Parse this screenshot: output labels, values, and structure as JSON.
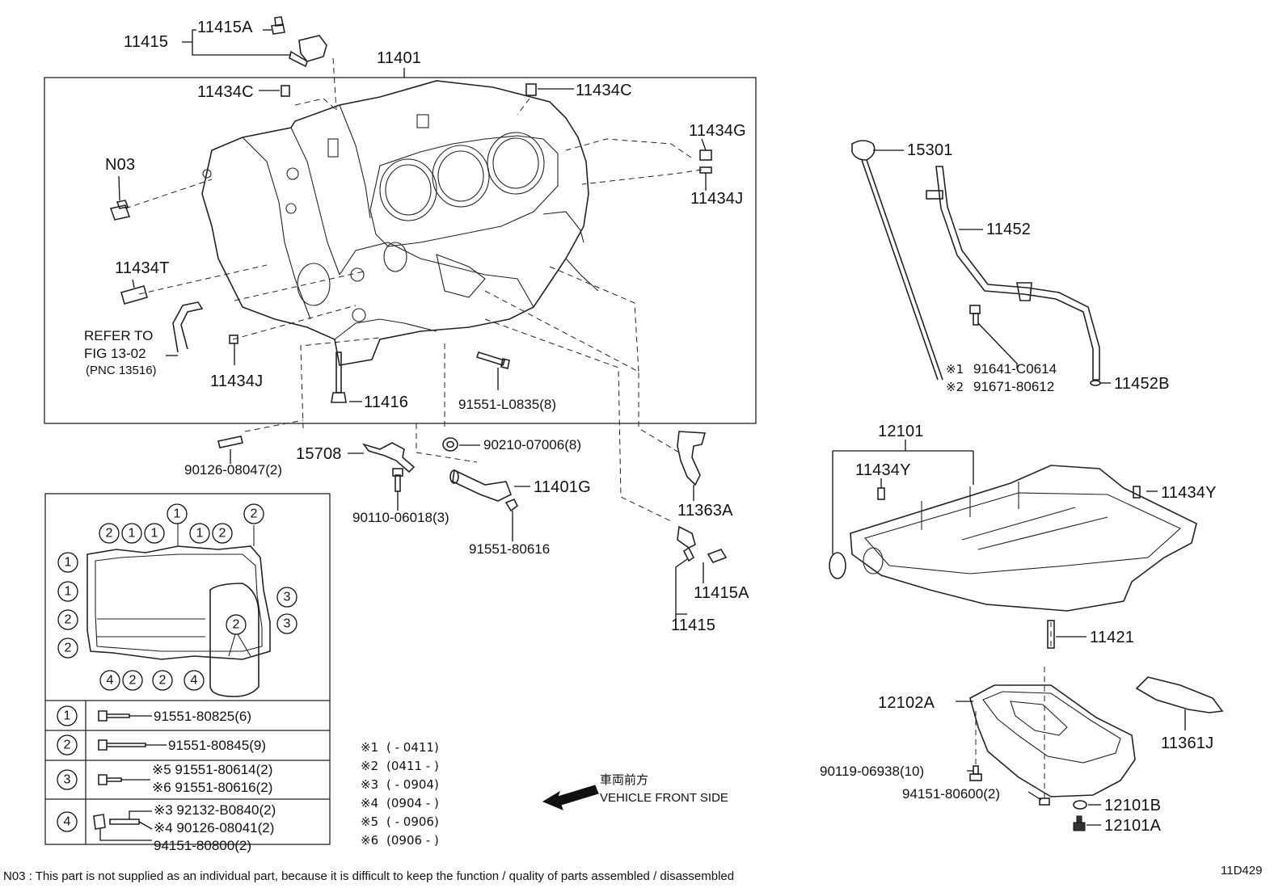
{
  "parts": {
    "p11415_top": "11415",
    "p11415A_top": "11415A",
    "p11401": "11401",
    "p11434C_left": "11434C",
    "p11434C_right": "11434C",
    "p11434G": "11434G",
    "p11434J_right": "11434J",
    "pN03": "N03",
    "p11434T": "11434T",
    "p11434J_left": "11434J",
    "p11416": "11416",
    "p91551_L0835": "91551-L0835(8)",
    "p90126_08047": "90126-08047(2)",
    "p15708": "15708",
    "p90210_07006": "90210-07006(8)",
    "p11401G": "11401G",
    "p90110_06018": "90110-06018(3)",
    "p91551_80616": "91551-80616",
    "p11363A": "11363A",
    "p11415A_bottom": "11415A",
    "p11415_bottom": "11415",
    "p15301": "15301",
    "p11452": "11452",
    "p91641": "91641-C0614",
    "p91671": "91671-80612",
    "p11452B": "11452B",
    "p12101": "12101",
    "p11434Y_left": "11434Y",
    "p11434Y_right": "11434Y",
    "p11421": "11421",
    "p12102A": "12102A",
    "p11361J": "11361J",
    "p90119": "90119-06938(10)",
    "p94151_80600": "94151-80600(2)",
    "p12101B": "12101B",
    "p12101A": "12101A"
  },
  "refer": {
    "line1": "REFER TO",
    "line2": "FIG 13-02",
    "line3": "(PNC 13516)"
  },
  "marks": {
    "m1": "※1",
    "m2": "※2"
  },
  "legend": {
    "row1": "91551-80825(6)",
    "row2": "91551-80845(9)",
    "row3a": "※5 91551-80614(2)",
    "row3b": "※6 91551-80616(2)",
    "row4a": "※3 92132-B0840(2)",
    "row4b": "※4 90126-08041(2)",
    "row4c": "94151-80800(2)"
  },
  "circle_nums": [
    "1",
    "2",
    "3",
    "4"
  ],
  "applicability": [
    {
      "mark": "※1",
      "range": "(        - 0411)"
    },
    {
      "mark": "※2",
      "range": "(0411 -        )"
    },
    {
      "mark": "※3",
      "range": "(        - 0904)"
    },
    {
      "mark": "※4",
      "range": "(0904 -        )"
    },
    {
      "mark": "※5",
      "range": "(        - 0906)"
    },
    {
      "mark": "※6",
      "range": "(0906 -        )"
    }
  ],
  "front": {
    "jp": "車両前方",
    "en": "VEHICLE FRONT SIDE"
  },
  "footnote": "N03 : This part is not supplied as an individual part, because it is difficult to keep the function / quality of parts  assembled / disassembled",
  "figure_id": "11D429"
}
